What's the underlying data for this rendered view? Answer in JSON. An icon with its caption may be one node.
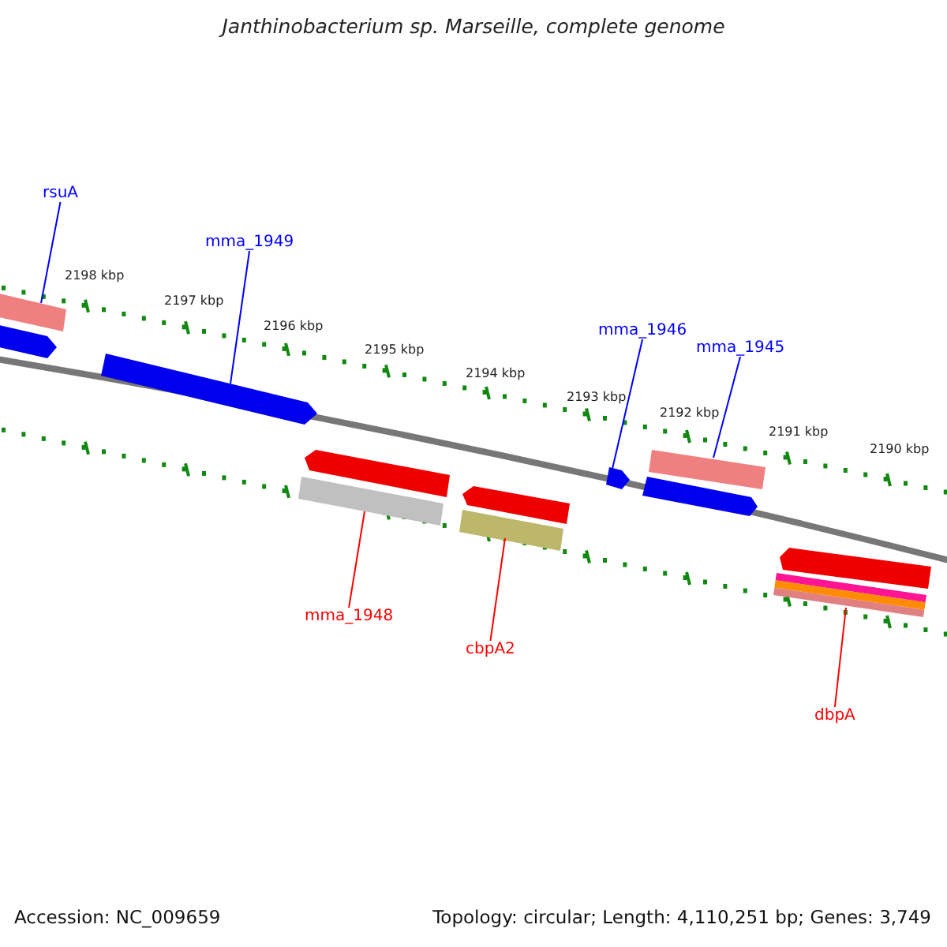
{
  "diagram": {
    "title": "Janthinobacterium sp. Marseille, complete genome",
    "nodes": [
      {
        "text": [
          "rsuA"
        ]
      },
      {
        "text": [
          "mma_1949"
        ]
      },
      {
        "text": [
          "mma_1946"
        ]
      },
      {
        "text": [
          "mma_1945"
        ]
      },
      {
        "text": [
          "mma_1948"
        ]
      },
      {
        "text": [
          "cbpA2"
        ]
      },
      {
        "text": [
          "dbpA"
        ]
      },
      {
        "text": [],
        "shape": "bar"
      },
      {
        "text": [],
        "shape": "arrow"
      },
      {
        "text": [],
        "shape": "arrow"
      },
      {
        "text": [],
        "shape": "arrow"
      },
      {
        "text": [],
        "shape": "bar"
      },
      {
        "text": [],
        "shape": "arrow"
      },
      {
        "text": [],
        "shape": "bar"
      },
      {
        "text": [],
        "shape": "arrow"
      },
      {
        "text": [],
        "shape": "bar"
      },
      {
        "text": [],
        "shape": "arrow"
      },
      {
        "text": [],
        "shape": "arrow"
      },
      {
        "text": [],
        "shape": "bar"
      }
    ],
    "edges": [
      {
        "from": 0,
        "to": 7,
        "arrow": "none"
      },
      {
        "from": 1,
        "to": 9,
        "arrow": "none"
      },
      {
        "from": 2,
        "to": 14,
        "arrow": "none"
      },
      {
        "from": 3,
        "to": 15,
        "arrow": "none"
      },
      {
        "from": 4,
        "to": 11,
        "arrow": "none",
        "color": "#ff0000"
      },
      {
        "from": 5,
        "to": 13,
        "arrow": "none",
        "color": "#ff0000"
      },
      {
        "from": 6,
        "to": 18,
        "arrow": "none",
        "color": "#ff0000"
      }
    ],
    "labels": [
      "2198 kbp",
      "2197 kbp",
      "2196 kbp",
      "2195 kbp",
      "2194 kbp",
      "2193 kbp",
      "2192 kbp",
      "2191 kbp",
      "2190 kbp",
      "Accession: NC_009659",
      "Topology: circular; Length: 4,110,251 bp; Genes: 3,749"
    ]
  }
}
